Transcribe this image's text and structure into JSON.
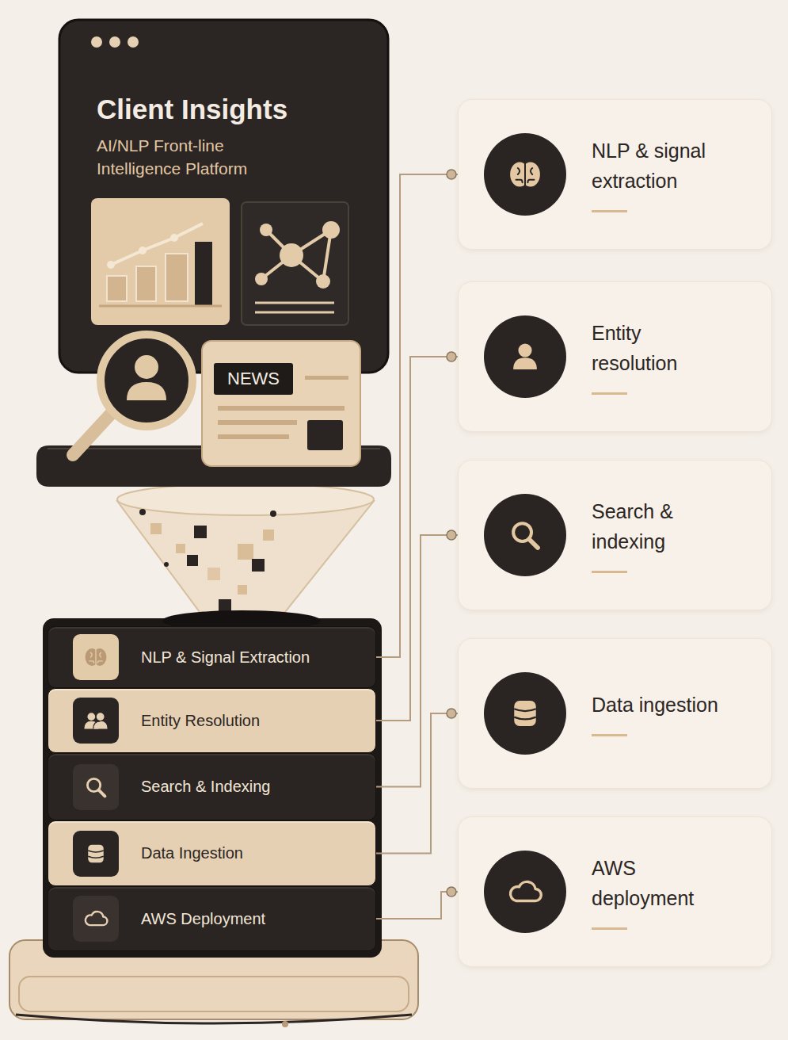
{
  "diagram": {
    "nodes": [
      {
        "text": [
          "Client Insights",
          "AI/NLP Front-line Intelligence Platform"
        ]
      },
      {
        "text": [
          "NEWS"
        ]
      },
      {
        "text": [
          "NLP & Signal Extraction"
        ]
      },
      {
        "text": [
          "Entity Resolution"
        ]
      },
      {
        "text": [
          "Search & Indexing"
        ]
      },
      {
        "text": [
          "Data Ingestion"
        ]
      },
      {
        "text": [
          "AWS Deployment"
        ]
      },
      {
        "text": [
          "NLP & signal extraction"
        ]
      },
      {
        "text": [
          "Entity resolution"
        ]
      },
      {
        "text": [
          "Search & indexing"
        ]
      },
      {
        "text": [
          "Data ingestion"
        ]
      },
      {
        "text": [
          "AWS deployment"
        ]
      }
    ],
    "edges": [
      {
        "from": 2,
        "to": 7,
        "arrow": "none"
      },
      {
        "from": 3,
        "to": 8,
        "arrow": "none"
      },
      {
        "from": 4,
        "to": 9,
        "arrow": "none"
      },
      {
        "from": 5,
        "to": 10,
        "arrow": "none"
      },
      {
        "from": 6,
        "to": 11,
        "arrow": "none"
      }
    ]
  }
}
